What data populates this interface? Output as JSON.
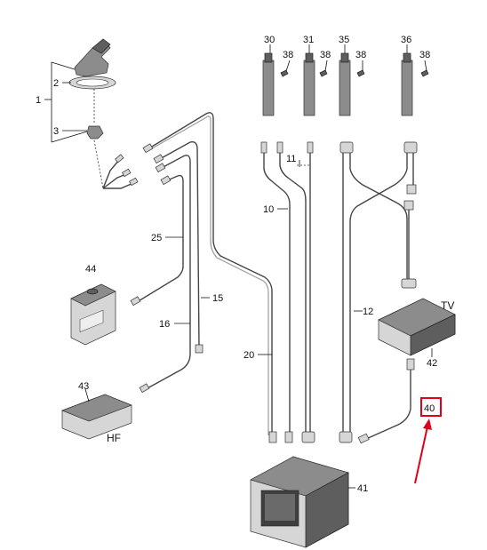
{
  "diagram": {
    "callouts": {
      "c1": "1",
      "c2": "2",
      "c3": "3",
      "c10": "10",
      "c11": "11",
      "c12": "12",
      "c15": "15",
      "c16": "16",
      "c20": "20",
      "c25": "25",
      "c30": "30",
      "c31": "31",
      "c35": "35",
      "c36": "36",
      "c38a": "38",
      "c38b": "38",
      "c38c": "38",
      "c38d": "38",
      "c40": "40",
      "c41": "41",
      "c42": "42",
      "c43": "43",
      "c44": "44"
    },
    "tags": {
      "tv": "TV",
      "hf": "HF"
    },
    "highlight": {
      "part": "40",
      "box_color": "#e0001b",
      "arrow_color": "#e0001b"
    }
  }
}
